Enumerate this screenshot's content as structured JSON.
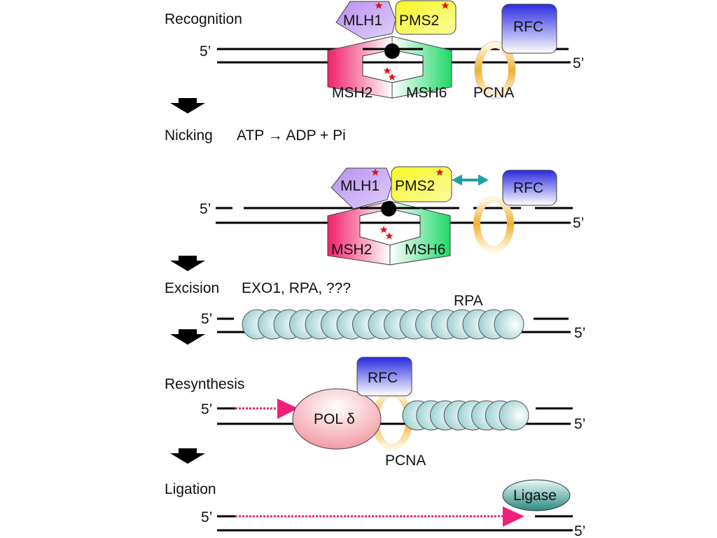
{
  "steps": {
    "recognition": "Recognition",
    "nicking": "Nicking",
    "nicking_reaction": "ATP → ADP + Pi",
    "excision": "Excision",
    "excision_factors": "EXO1, RPA, ???",
    "resynthesis": "Resynthesis",
    "ligation": "Ligation"
  },
  "proteins": {
    "mlh1": "MLH1",
    "pms2": "PMS2",
    "msh2": "MSH2",
    "msh6": "MSH6",
    "pcna": "PCNA",
    "rfc": "RFC",
    "rpa": "RPA",
    "pol": "POL δ",
    "ligase": "Ligase"
  },
  "strand_end": "5’",
  "colors": {
    "mlh1": "#c9a3f0",
    "pms2": "#f5f03a",
    "msh2": "#f0306a",
    "msh6": "#28d870",
    "rfc": "#3a3ae0",
    "pcna": "#f0b030",
    "rpa": "#a8d8d8",
    "pol": "#f0a0a8",
    "ligase": "#3a9a90",
    "new_strand": "#f0207a",
    "star": "#e01010",
    "teal_arrow": "#20a0a0"
  }
}
